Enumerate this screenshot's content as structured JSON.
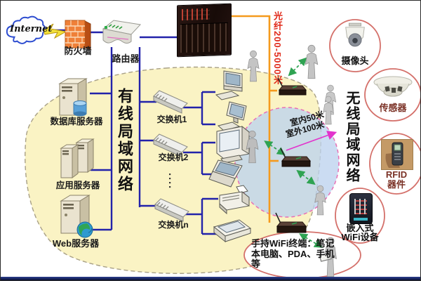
{
  "diagram": {
    "internet": "Internet",
    "firewall": "防火墙",
    "router": "路由器",
    "fiber": "光纤200-5000米",
    "wired_lan": "有线局域网络",
    "wireless_lan": "无线局域网络",
    "range_line1": "室内50米",
    "range_line2": "室外100米",
    "dots": "····"
  },
  "servers": [
    {
      "label": "数据库服务器"
    },
    {
      "label": "应用服务器"
    },
    {
      "label": "Web服务器"
    }
  ],
  "switches": [
    {
      "label": "交换机1"
    },
    {
      "label": "交换机2"
    },
    {
      "label": "交换机n"
    }
  ],
  "wireless_devices": {
    "camera": "摄像头",
    "sensor": "传感器",
    "rfid_line1": "RFID",
    "rfid_line2": "器件",
    "embedded_line1": "嵌入式",
    "embedded_line2": "WiFi设备"
  },
  "handheld": {
    "line1": "手持WiFi终端：笔记",
    "line2": "本电脑、PDA、手机",
    "line3": "等"
  },
  "colors": {
    "blue_line": "#2222aa",
    "orange_line": "#f59a1d",
    "fiber_text": "#e02a1a",
    "green_arrow": "#2fa352",
    "magenta_arrow": "#e233cc",
    "lan_blob_fill": "#faf3c4",
    "wifi_zone_fill": "#bcd2ee",
    "device_circle_outline": "#d4706a"
  }
}
